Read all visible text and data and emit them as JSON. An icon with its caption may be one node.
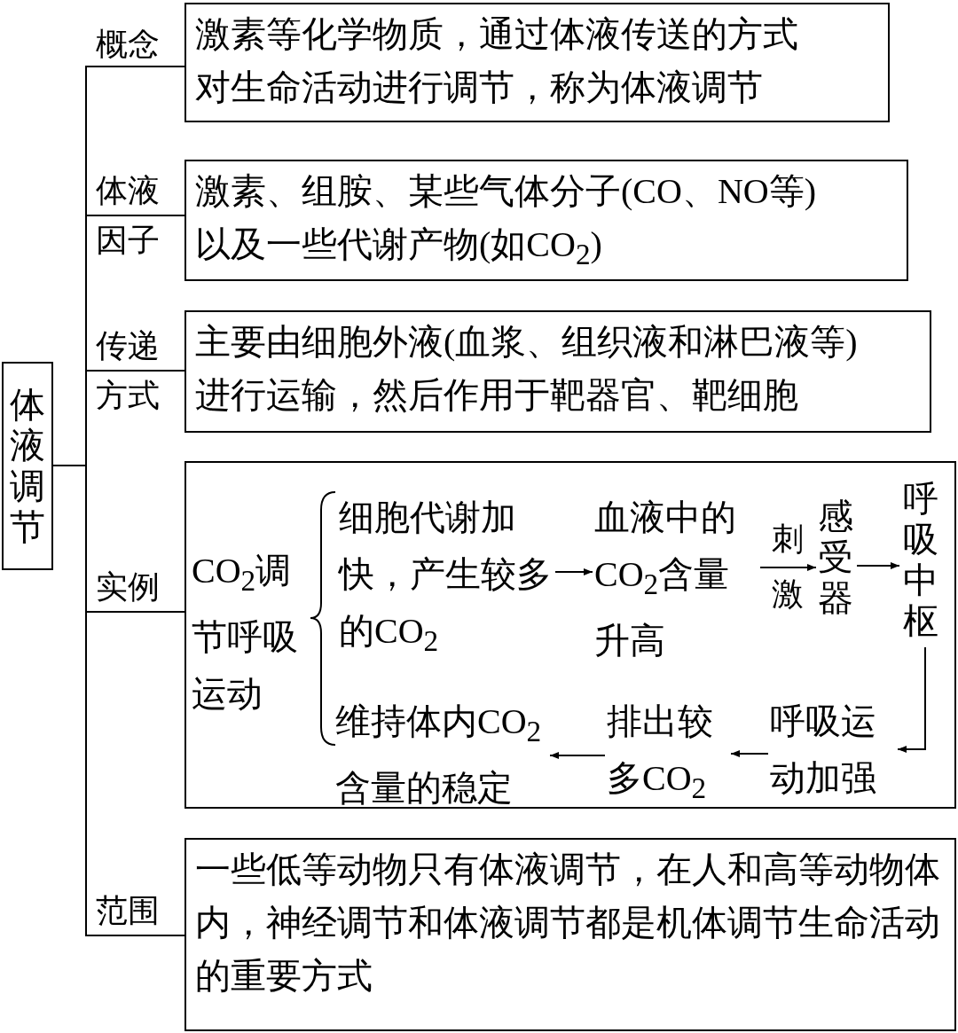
{
  "diagram": {
    "nodes": [
      {
        "text": [
          "体液调节"
        ]
      },
      {
        "text": [
          "概念",
          "激素等化学物质，通过体液传送的方式对生命活动进行调节，称为体液调节"
        ]
      },
      {
        "text": [
          "体液因子",
          "激素、组胺、某些气体分子(CO、NO等)以及一些代谢产物(如CO$_{2}$)"
        ]
      },
      {
        "text": [
          "传递方式",
          "主要由细胞外液(血浆、组织液和淋巴液等)进行运输，然后作用于靶器官、靶细胞"
        ]
      },
      {
        "text": [
          "实例"
        ]
      },
      {
        "text": [
          "CO$_{2}$调节呼吸运动"
        ],
        "in": 4
      },
      {
        "text": [
          "细胞代谢加快，产生较多的CO$_{2}$"
        ],
        "in": 4
      },
      {
        "text": [
          "血液中的CO$_{2}$含量升高"
        ],
        "in": 4
      },
      {
        "text": [
          "感受器"
        ],
        "in": 4
      },
      {
        "text": [
          "呼吸中枢"
        ],
        "in": 4
      },
      {
        "text": [
          "呼吸运动加强"
        ],
        "in": 4
      },
      {
        "text": [
          "排出较多CO$_{2}$"
        ],
        "in": 4
      },
      {
        "text": [
          "维持体内CO$_{2}$含量的稳定"
        ],
        "in": 4
      },
      {
        "text": [
          "范围",
          "一些低等动物只有体液调节，在人和高等动物体内，神经调节和体液调节都是机体调节生命活动的重要方式"
        ]
      }
    ],
    "edges": [
      {
        "from": 0,
        "to": 1,
        "arrow": "none"
      },
      {
        "from": 0,
        "to": 2,
        "arrow": "none"
      },
      {
        "from": 0,
        "to": 3,
        "arrow": "none"
      },
      {
        "from": 0,
        "to": 4,
        "arrow": "none"
      },
      {
        "from": 0,
        "to": 13,
        "arrow": "none"
      },
      {
        "from": 6,
        "to": 7,
        "arrow": "to"
      },
      {
        "from": 7,
        "to": 8,
        "arrow": "to",
        "label": "刺激"
      },
      {
        "from": 8,
        "to": 9,
        "arrow": "to"
      },
      {
        "from": 9,
        "to": 10,
        "arrow": "to"
      },
      {
        "from": 10,
        "to": 11,
        "arrow": "to"
      },
      {
        "from": 11,
        "to": 12,
        "arrow": "to"
      }
    ]
  }
}
